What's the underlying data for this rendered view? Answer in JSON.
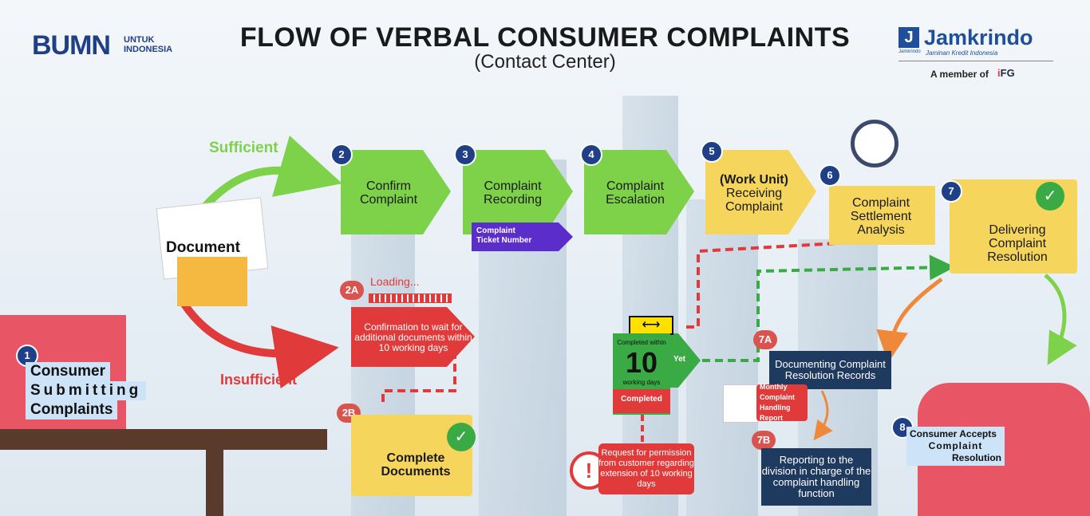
{
  "header": {
    "title": "FLOW OF VERBAL CONSUMER COMPLAINTS",
    "subtitle": "(Contact Center)"
  },
  "logos": {
    "bumn": "BUMN",
    "bumn_sub_1": "UNTUK",
    "bumn_sub_2": "INDONESIA",
    "jamkrindo_mark": "J",
    "jamkrindo": "Jamkrindo",
    "jamkrindo_small": "Jamkrindo",
    "jamkrindo_tagline": "Jaminan Kredit Indonesia",
    "member_of": "A member of",
    "ifg_i": "i",
    "ifg_rest": "FG"
  },
  "labels": {
    "sufficient": "Sufficient",
    "insufficient": "Insufficient",
    "document": "Document",
    "loading": "Loading...",
    "complaint_ticket": "Complaint Ticket Number",
    "completed_within": "Completed within",
    "ten": "10",
    "working_days": "working days",
    "completed": "Completed",
    "yet": "Yet",
    "monthly_report": "Monthly Complaint Handling Report"
  },
  "steps": [
    {
      "num": "1",
      "label_1": "Consumer",
      "label_2": "Submitting",
      "label_3": "Complaints"
    },
    {
      "num": "2",
      "label": "Confirm Complaint"
    },
    {
      "num": "3",
      "label": "Complaint Recording"
    },
    {
      "num": "4",
      "label": "Complaint Escalation"
    },
    {
      "num": "5",
      "label_1": "(Work Unit)",
      "label_2": "Receiving Complaint"
    },
    {
      "num": "6",
      "label": "Complaint Settlement Analysis"
    },
    {
      "num": "7",
      "label": "Delivering Complaint Resolution"
    },
    {
      "num": "2A",
      "label": "Confirmation to wait for additional documents within 10 working days"
    },
    {
      "num": "2B",
      "label": "Complete Documents"
    },
    {
      "num": "7A",
      "label": "Documenting Complaint Resolution Records"
    },
    {
      "num": "7B",
      "label": "Reporting to the division in charge of the complaint handling function"
    },
    {
      "num": "8",
      "label_1": "Consumer Accepts",
      "label_2": "Complaint",
      "label_3": "Resolution"
    }
  ],
  "permission": "Request for permission from customer regarding extension of 10 working days",
  "colors": {
    "green": "#7ed24a",
    "yellow": "#f6d55c",
    "navy": "#1f3a5f",
    "red": "#e03a3a",
    "blue": "#1f3f86"
  }
}
